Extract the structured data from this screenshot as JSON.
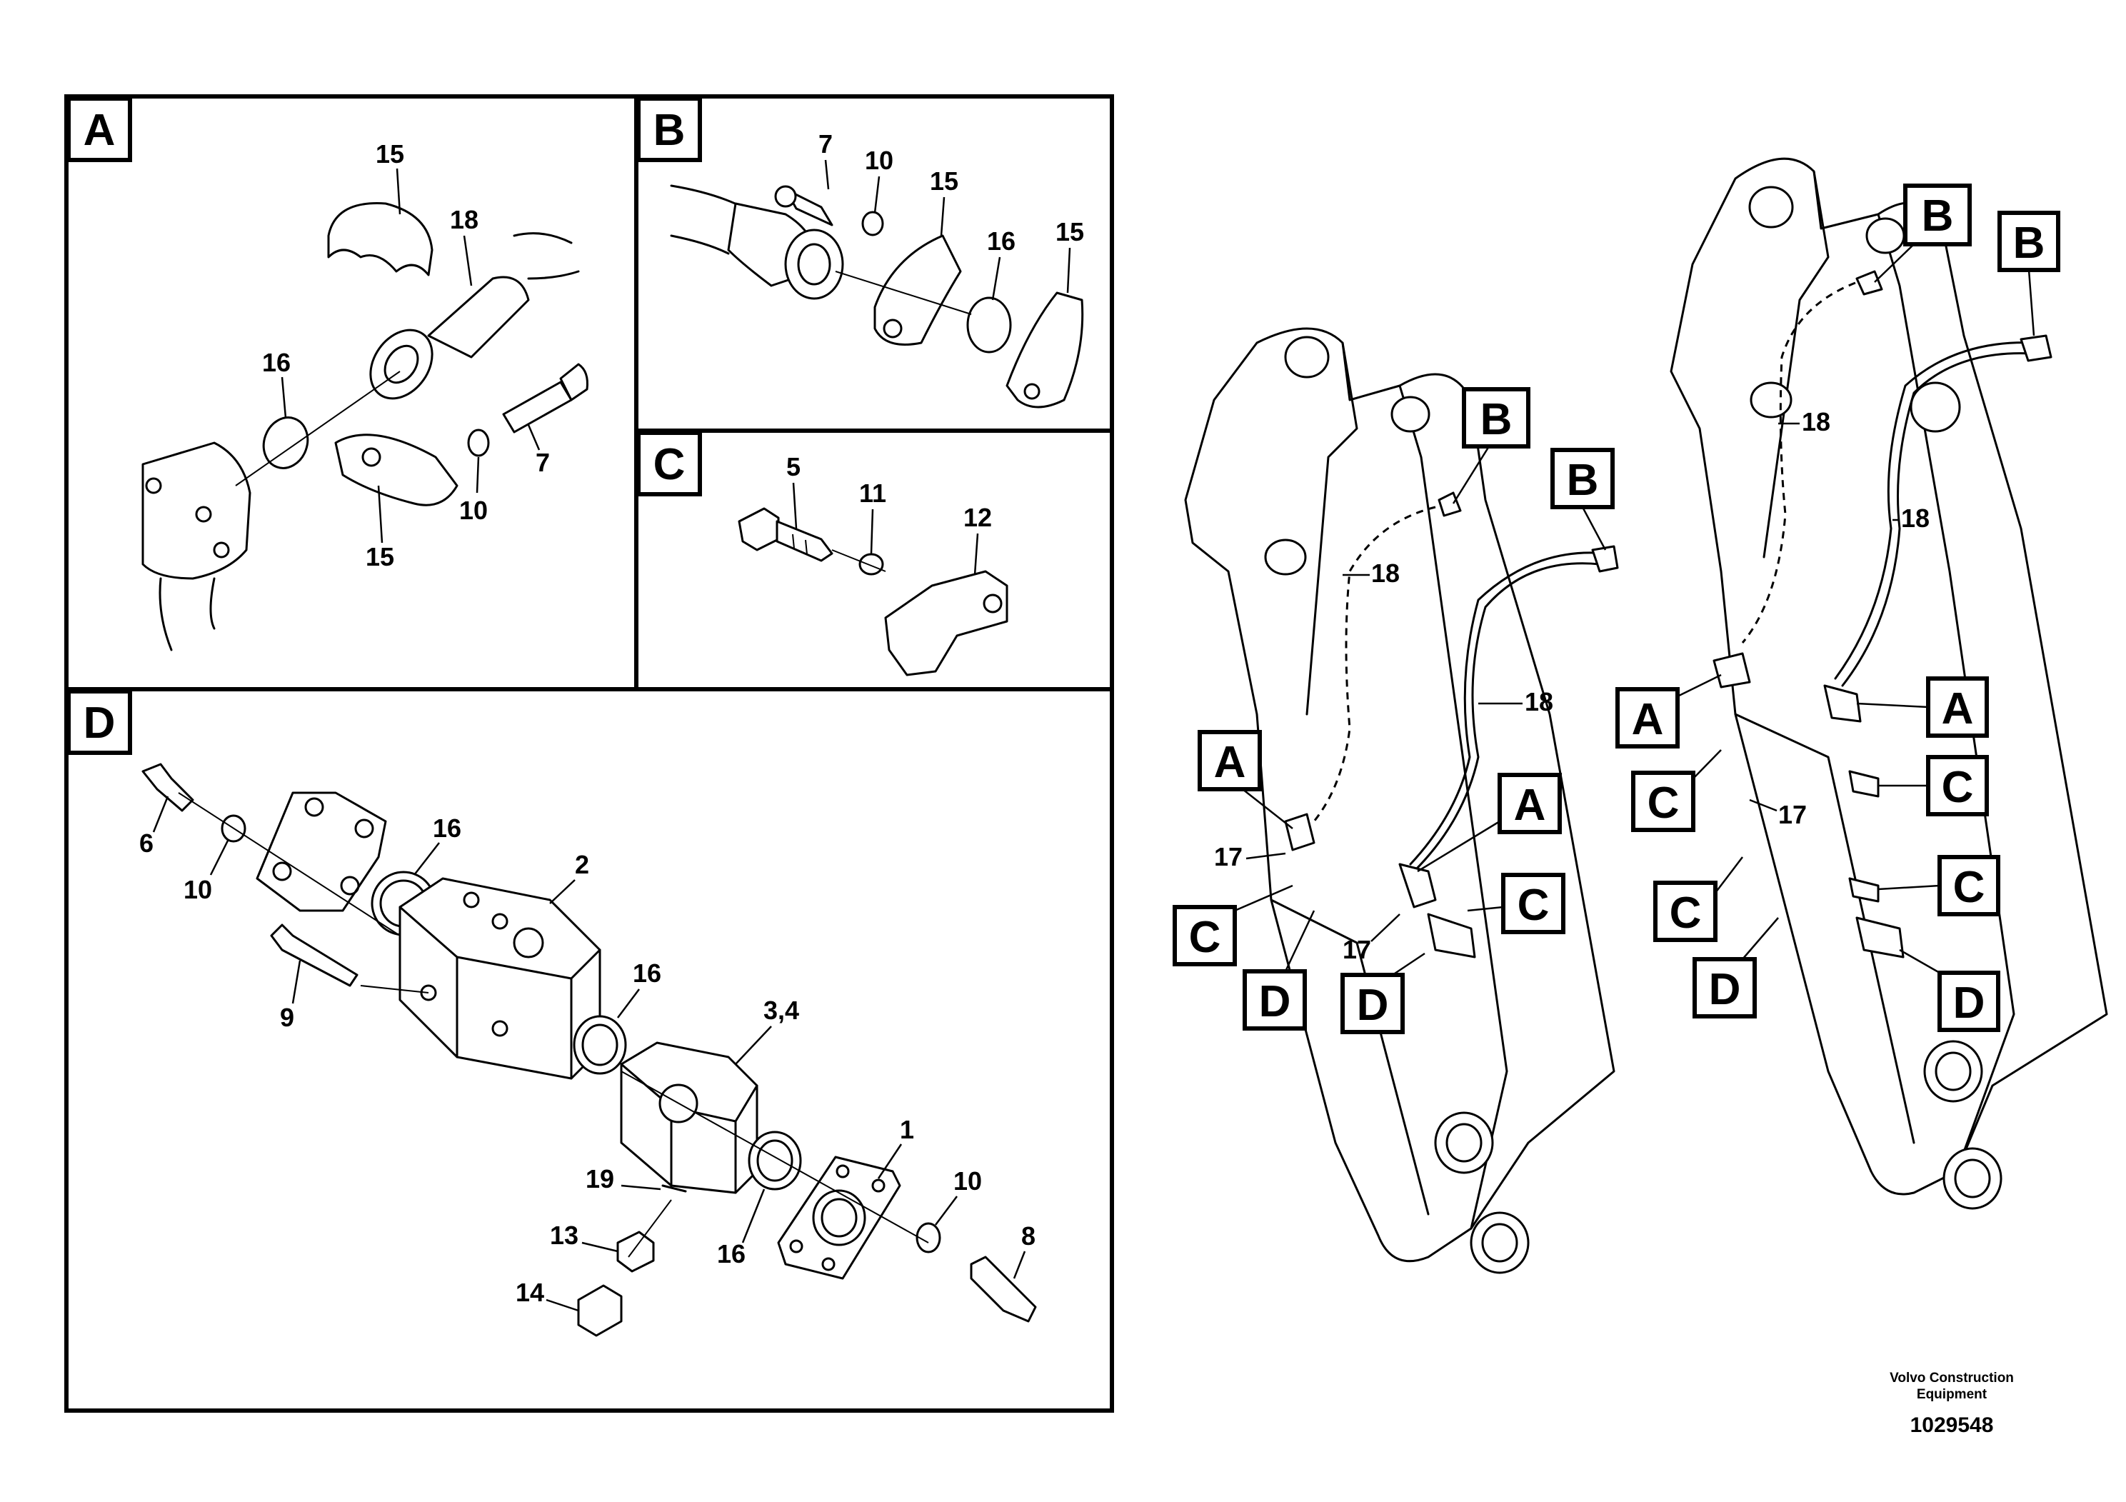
{
  "panels": {
    "A": {
      "label": "A",
      "callouts": [
        "15",
        "18",
        "16",
        "7",
        "10",
        "15"
      ]
    },
    "B": {
      "label": "B",
      "callouts": [
        "7",
        "10",
        "15",
        "16",
        "15"
      ]
    },
    "C": {
      "label": "C",
      "callouts": [
        "5",
        "11",
        "12"
      ]
    },
    "D": {
      "label": "D",
      "callouts": [
        "6",
        "10",
        "16",
        "2",
        "9",
        "16",
        "3,4",
        "1",
        "10",
        "19",
        "13",
        "14",
        "16",
        "8"
      ]
    }
  },
  "boom_left": {
    "markers": [
      "B",
      "B",
      "A",
      "A",
      "C",
      "C",
      "D",
      "D"
    ],
    "callouts": [
      "18",
      "18",
      "17",
      "17"
    ]
  },
  "boom_right": {
    "markers": [
      "B",
      "B",
      "A",
      "A",
      "C",
      "C",
      "C",
      "C",
      "D",
      "D"
    ],
    "callouts": [
      "18",
      "18",
      "17"
    ]
  },
  "footer": {
    "brand_line1": "Volvo Construction",
    "brand_line2": "Equipment",
    "drawing_number": "1029548"
  }
}
